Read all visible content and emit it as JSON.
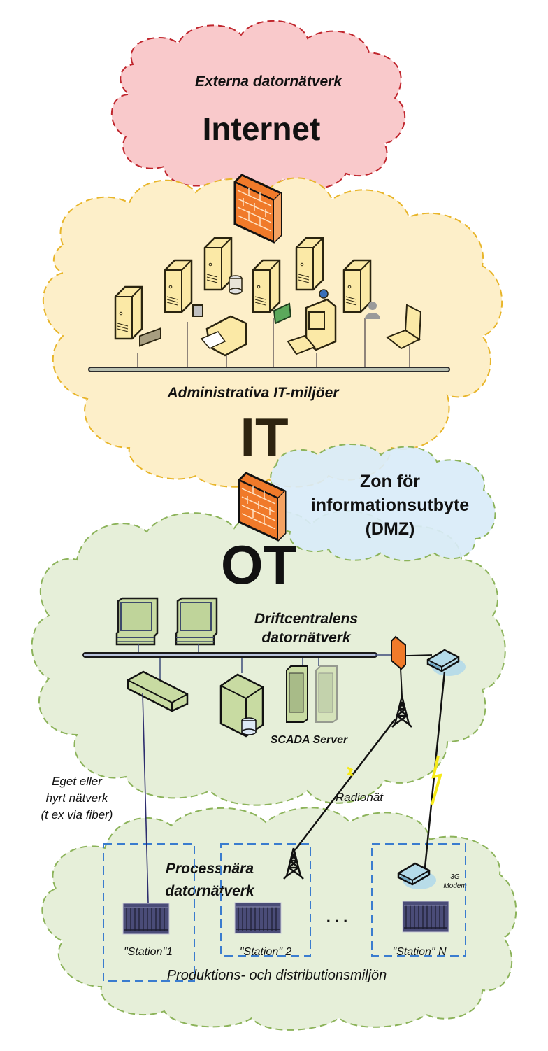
{
  "colors": {
    "internet_fill": "#f9c9cb",
    "internet_stroke": "#c0262d",
    "it_fill": "#fdefc9",
    "it_stroke": "#e8b52a",
    "dmz_fill": "#d9ebf8",
    "dmz_stroke": "#8cb35a",
    "ot_fill": "#e6efd9",
    "ot_stroke": "#8cb35a",
    "firewall": "#f07a2a",
    "station_box": "#3a7ccf",
    "station_device": "#4a4c78",
    "lightning": "#f6ea1a"
  },
  "zones": {
    "internet": {
      "subtitle": "Externa datornätverk",
      "title": "Internet"
    },
    "it": {
      "subtitle": "Administrativa IT-miljöer",
      "title": "IT"
    },
    "dmz": {
      "line1": "Zon för",
      "line2": "informationsutbyte",
      "line3": "(DMZ)"
    },
    "ot": {
      "title": "OT",
      "control_center_line1": "Driftcentralens",
      "control_center_line2": "datornätverk",
      "scada_label": "SCADA Server"
    },
    "process": {
      "line1": "Processnära",
      "line2": "datornätverk",
      "footer": "Produktions- och distributionsmiljön"
    }
  },
  "links": {
    "wired_line1": "Eget eller",
    "wired_line2": "hyrt nätverk",
    "wired_line3": "(t ex via fiber)",
    "radio": "Radionät",
    "modem_line1": "3G",
    "modem_line2": "Modem"
  },
  "stations": [
    {
      "label": "\"Station\"1"
    },
    {
      "label": "\"Station\" 2"
    },
    {
      "label": "\"Station\" N"
    }
  ],
  "ellipsis": ". . ."
}
